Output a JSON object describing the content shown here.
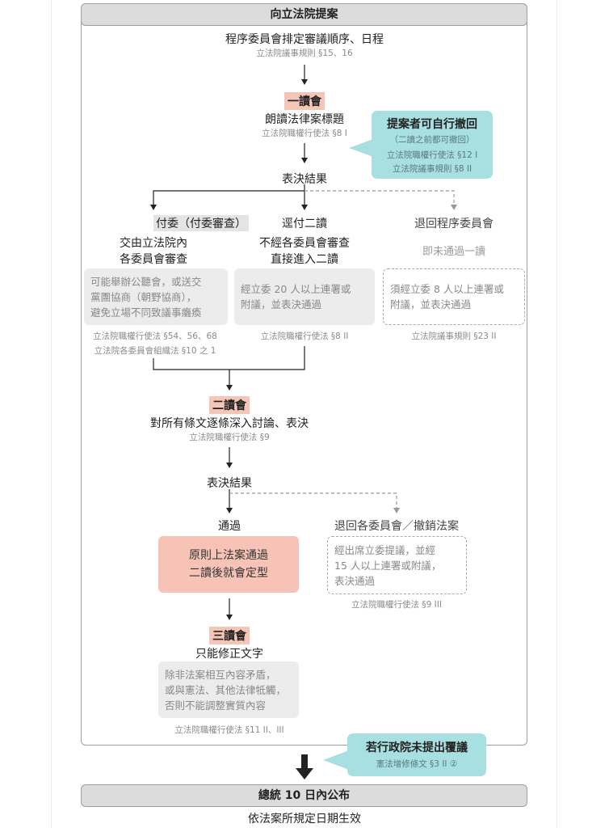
{
  "header": {
    "title": "向立法院提案"
  },
  "scheduling": {
    "title": "程序委員會排定審議順序、日程",
    "ref": "立法院議事規則 §15、16"
  },
  "first_reading": {
    "badge": "一讀會",
    "title": "朗讀法律案標題",
    "ref": "立法院職權行使法 §8 I"
  },
  "withdraw_callout": {
    "title": "提案者可自行撤回",
    "note": "（二讀之前都可撤回）",
    "ref1": "立法院職權行使法 §12 I",
    "ref2": "立法院議事規則 §8 II"
  },
  "vote_result_1": "表決結果",
  "branch_committee": {
    "badge": "付委（付委審查）",
    "line1": "交由立法院內",
    "line2": "各委員會審查",
    "box": "可能舉辦公聽會，或送交\n黨團協商（朝野協商），\n避免立場不同致議事癱瘓",
    "ref1": "立法院職權行使法 §54、56、68",
    "ref2": "立法院各委員會組織法 §10 之 1"
  },
  "branch_direct": {
    "title": "逕付二讀",
    "line1": "不經各委員會審查",
    "line2": "直接進入二讀",
    "box": "經立委 20 人以上連署或\n附議，並表決通過",
    "ref": "立法院職權行使法 §8 II"
  },
  "branch_return": {
    "title": "退回程序委員會",
    "sub": "即未通過一讀",
    "box": "須經立委 8 人以上連署或\n附議，並表決通過",
    "ref": "立法院議事規則 §23 II"
  },
  "second_reading": {
    "badge": "二讀會",
    "title": "對所有條文逐條深入討論、表決",
    "ref": "立法院職權行使法 §9"
  },
  "vote_result_2": "表決結果",
  "pass": {
    "label": "通過",
    "box": "原則上法案通過\n二讀後就會定型"
  },
  "return_committee": {
    "title": "退回各委員會／撤銷法案",
    "box": "經出席立委提議，並經\n15 人以上連署或附議，\n表決通過",
    "ref": "立法院職權行使法 §9 III"
  },
  "third_reading": {
    "badge": "三讀會",
    "title": "只能修正文字",
    "box": "除非法案相互內容矛盾，\n或與憲法、其他法律牴觸，\n否則不能調整實質內容",
    "ref": "立法院職權行使法 §11 II、III"
  },
  "veto_callout": {
    "title": "若行政院未提出覆議",
    "ref": "憲法增修條文 §3 II ②"
  },
  "promulgation": {
    "title": "總統 10 日內公布",
    "effect": "依法案所規定日期生效"
  }
}
